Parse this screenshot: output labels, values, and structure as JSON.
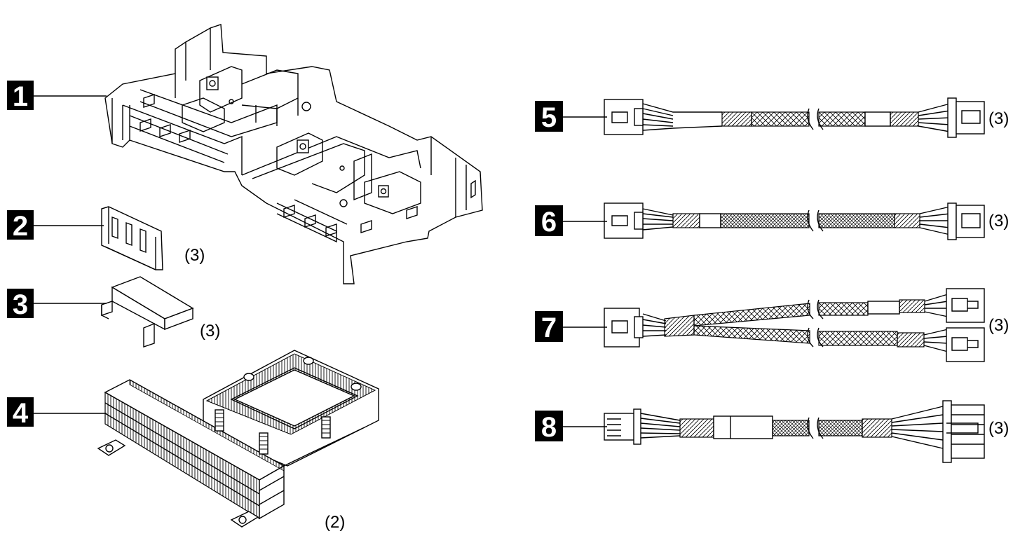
{
  "callouts": [
    {
      "number": "1",
      "quantity": ""
    },
    {
      "number": "2",
      "quantity": "(3)"
    },
    {
      "number": "3",
      "quantity": "(3)"
    },
    {
      "number": "4",
      "quantity": "(2)"
    },
    {
      "number": "5",
      "quantity": "(3)"
    },
    {
      "number": "6",
      "quantity": "(3)"
    },
    {
      "number": "7",
      "quantity": "(3)"
    },
    {
      "number": "8",
      "quantity": "(3)"
    }
  ],
  "parts": {
    "1": {
      "icon": "air-baffle-drawing"
    },
    "2": {
      "icon": "bracket-clip-drawing"
    },
    "3": {
      "icon": "filler-clip-drawing"
    },
    "4": {
      "icon": "heat-sink-drawing"
    },
    "5": {
      "icon": "power-cable-drawing"
    },
    "6": {
      "icon": "power-cable-drawing"
    },
    "7": {
      "icon": "y-split-power-cable-drawing"
    },
    "8": {
      "icon": "power-cable-drawing"
    }
  },
  "colors": {
    "ink": "#000000",
    "paper": "#ffffff"
  }
}
